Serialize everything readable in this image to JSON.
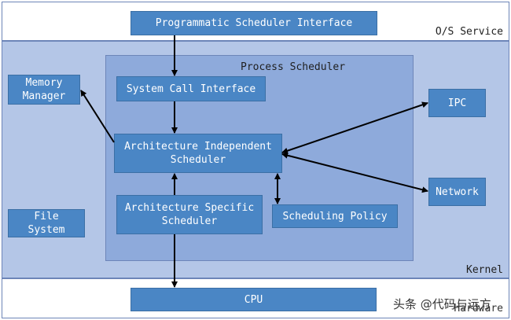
{
  "layers": {
    "service_label": "O/S Service",
    "kernel_label": "Kernel",
    "hardware_label": "Hardware"
  },
  "process_scheduler": {
    "label": "Process Scheduler"
  },
  "boxes": {
    "programmatic_interface": "Programmatic Scheduler Interface",
    "system_call_interface": "System Call Interface",
    "arch_independent": "Architecture Independent\nScheduler",
    "arch_specific": "Architecture Specific\nScheduler",
    "scheduling_policy": "Scheduling Policy",
    "memory_manager": "Memory\nManager",
    "file_system": "File\nSystem",
    "ipc": "IPC",
    "network": "Network",
    "cpu": "CPU"
  },
  "watermark": "头条 @代码与远方",
  "colors": {
    "box_fill": "#4a86c5",
    "kernel_fill": "#b4c6e7",
    "scheduler_fill": "#8eaadb",
    "arrow": "#000000"
  }
}
